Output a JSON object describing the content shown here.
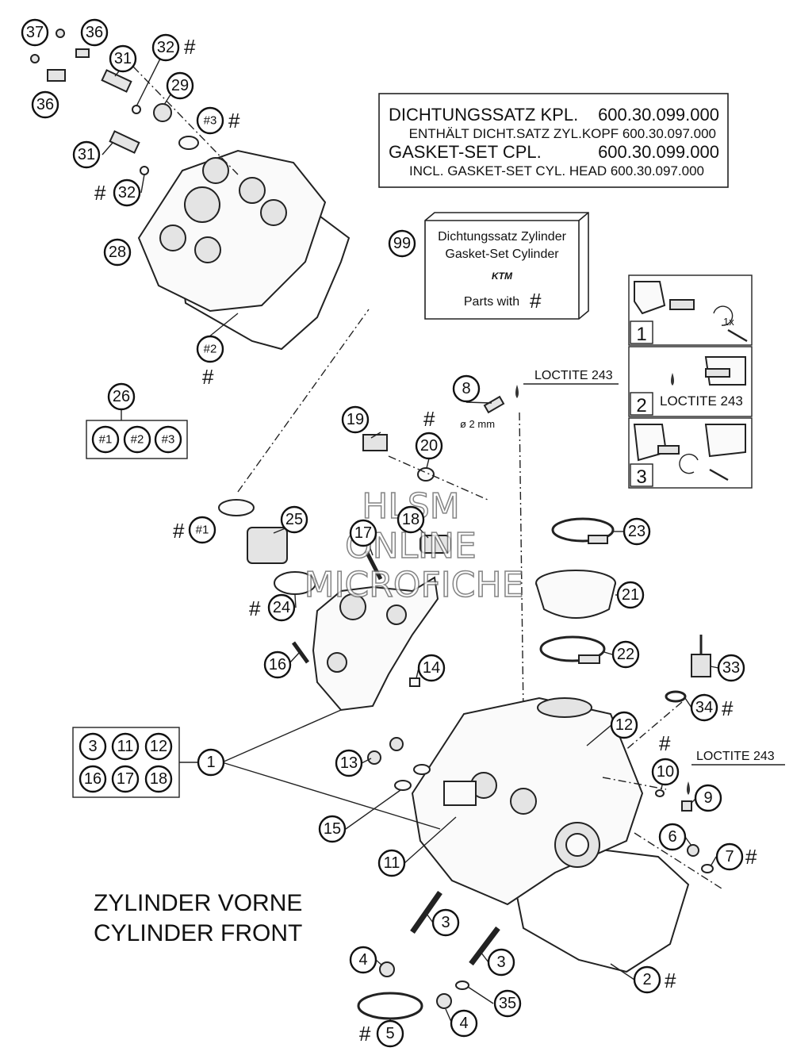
{
  "gasket_box": {
    "line1_label": "DICHTUNGSSATZ KPL.",
    "line1_number": "600.30.099.000",
    "line2": "ENTHÄLT DICHT.SATZ ZYL.KOPF 600.30.097.000",
    "line3_label": "GASKET-SET CPL.",
    "line3_number": "600.30.099.000",
    "line4": "INCL. GASKET-SET CYL. HEAD 600.30.097.000"
  },
  "kit_box": {
    "line1": "Dichtungssatz Zylinder",
    "line2": "Gasket-Set Cylinder",
    "logo": "KTM",
    "parts_with": "Parts with",
    "hash": "#"
  },
  "steps": [
    {
      "number": "1",
      "text": "",
      "extra": "1x"
    },
    {
      "number": "2",
      "text": "LOCTITE 243",
      "extra": ""
    },
    {
      "number": "3",
      "text": "",
      "extra": ""
    }
  ],
  "loctite_label": "LOCTITE 243",
  "diameter_label": "ø 2 mm",
  "hash_symbol": "#",
  "title_line1": "ZYLINDER VORNE",
  "title_line2": "CYLINDER FRONT",
  "watermark": {
    "line1": "HLSM",
    "line2": "ONLINE",
    "line3": "MICROFICHE"
  },
  "group_26": [
    "#1",
    "#2",
    "#3"
  ],
  "group_1": [
    "3",
    "11",
    "12",
    "16",
    "17",
    "18"
  ],
  "callouts": {
    "c37": "37",
    "c36a": "36",
    "c36b": "36",
    "c31a": "31",
    "c31b": "31",
    "c32a": "32",
    "c32b": "32",
    "c29": "29",
    "c3h": "#3",
    "c28": "28",
    "c2h": "#2",
    "c26": "26",
    "c99": "99",
    "c8": "8",
    "c19": "19",
    "c20": "20",
    "c1h": "#1",
    "c25": "25",
    "c17": "17",
    "c18": "18",
    "c23": "23",
    "c21": "21",
    "c24": "24",
    "c22": "22",
    "c16": "16",
    "c14": "14",
    "c33": "33",
    "c34": "34",
    "c12": "12",
    "c1": "1",
    "c10": "10",
    "c9": "9",
    "c13": "13",
    "c15": "15",
    "c6": "6",
    "c7": "7",
    "c11": "11",
    "c3a": "3",
    "c3b": "3",
    "c4a": "4",
    "c4b": "4",
    "c2": "2",
    "c35": "35",
    "c5": "5"
  }
}
